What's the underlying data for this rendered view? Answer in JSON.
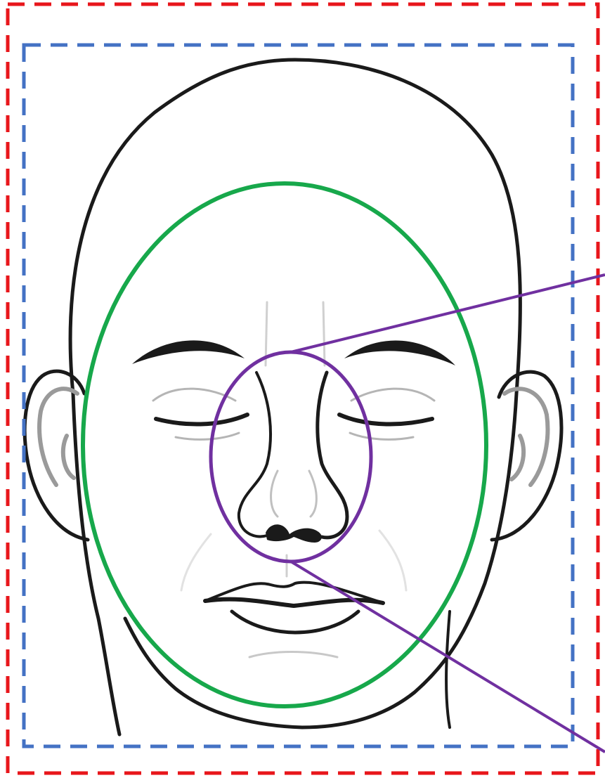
{
  "figure": {
    "description_visible_text": "",
    "colors": {
      "outer_box": "#e8161b",
      "inner_box": "#4472c4",
      "face_ellipse": "#17a84b",
      "nose_ellipse": "#7030a0",
      "line_art": "#1a1a1a",
      "shading": "#b5b5b5"
    },
    "regions": [
      {
        "name": "outer-region",
        "style": "dashed rectangle"
      },
      {
        "name": "head-region",
        "style": "dashed rectangle"
      },
      {
        "name": "face-region",
        "style": "ellipse"
      },
      {
        "name": "nose-region",
        "style": "ellipse with callout lines"
      }
    ]
  }
}
